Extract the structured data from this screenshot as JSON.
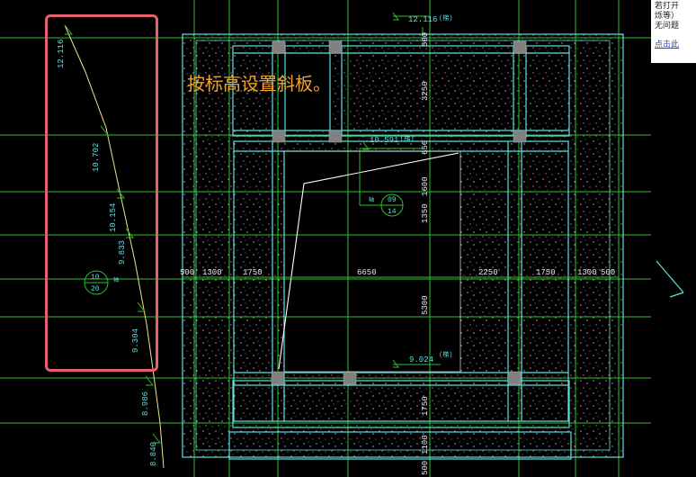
{
  "caption": "按标高设置斜板。",
  "popup": {
    "line1": "若打开",
    "line2": "烁等）",
    "line3": "无问题",
    "link": "点击此"
  },
  "elevation_labels": {
    "top_line": "12.116",
    "mid_line": "10.591",
    "bottom_line": "9.024",
    "suffix": "(梯)"
  },
  "left_profile_labels": [
    "12.116",
    "10.702",
    "10.154",
    "9.833",
    "9.304",
    "8.986",
    "8.840"
  ],
  "section_marks": {
    "left": {
      "top": "10",
      "bottom": "20",
      "tag": "轴"
    },
    "right": {
      "top": "09",
      "bottom": "14",
      "tag": "轴"
    }
  },
  "horizontal_dims": [
    "500",
    "1300",
    "1750",
    "6650",
    "2250",
    "1750",
    "1300",
    "500"
  ],
  "vertical_dims": [
    "500",
    "3250",
    "650",
    "1600",
    "1350",
    "5300",
    "1750",
    "1100",
    "500"
  ],
  "colors": {
    "background": "#000000",
    "highlight_box": "#e4606a",
    "caption": "#f0a22d",
    "cyan": "#5fe0e0",
    "green": "#2fbf2f",
    "grey_column": "#808080",
    "link": "#1a4fd6"
  }
}
